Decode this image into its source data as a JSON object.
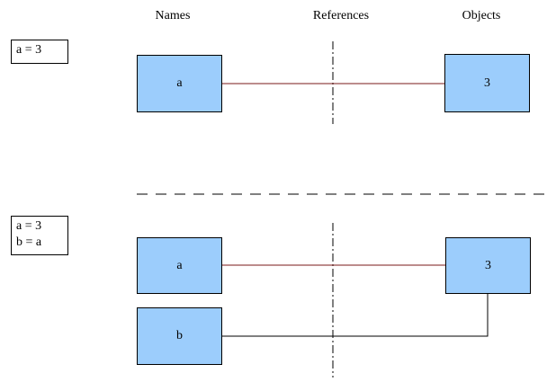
{
  "headers": {
    "names": "Names",
    "references": "References",
    "objects": "Objects"
  },
  "top": {
    "code": [
      "a = 3"
    ],
    "name_a": "a",
    "object": "3"
  },
  "bottom": {
    "code": [
      "a = 3",
      "b = a"
    ],
    "name_a": "a",
    "name_b": "b",
    "object": "3"
  },
  "colors": {
    "node_fill": "#9ccdfc",
    "reference_line_a": "#7a1a1a",
    "reference_line_b": "#000000"
  }
}
